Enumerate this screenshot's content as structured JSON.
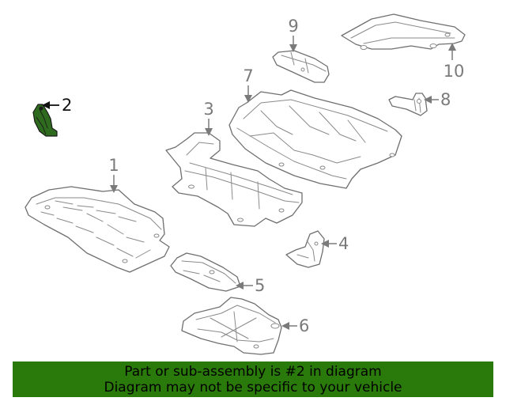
{
  "diagram": {
    "callouts": [
      {
        "number": "1"
      },
      {
        "number": "2"
      },
      {
        "number": "3"
      },
      {
        "number": "4"
      },
      {
        "number": "5"
      },
      {
        "number": "6"
      },
      {
        "number": "7"
      },
      {
        "number": "8"
      },
      {
        "number": "9"
      },
      {
        "number": "10"
      }
    ],
    "highlighted_part": "2",
    "colors": {
      "highlight_fill": "#2f6b1e",
      "banner_background": "#2a7a0b",
      "line_art": "#7a7a7a"
    }
  },
  "banner": {
    "line1": "Part or sub-assembly is #2 in diagram",
    "line2": "Diagram may not be specific to your vehicle"
  }
}
